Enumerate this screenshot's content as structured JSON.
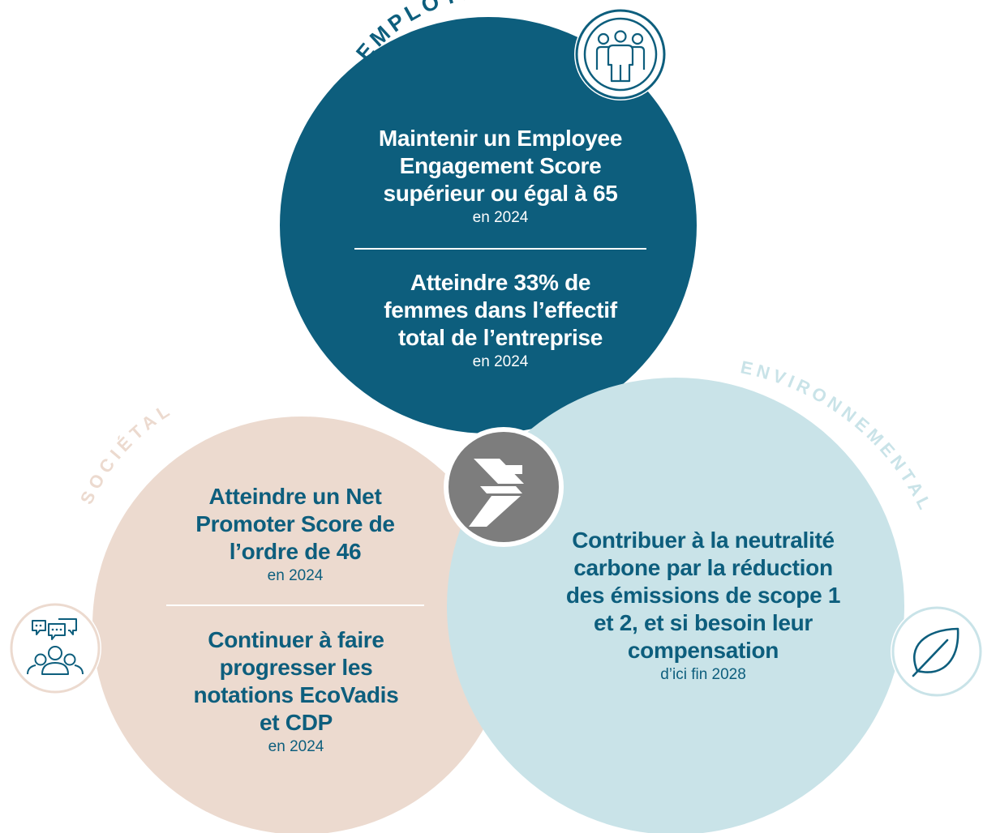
{
  "colors": {
    "employer_circle": "#0d5e7d",
    "societal_circle": "#ecdacf",
    "environmental_circle": "#c9e3e8",
    "center_badge": "#7d7d7d",
    "employer_label": "#0d5e7d",
    "societal_label": "#ecdacf",
    "environmental_label": "#c9e3e8"
  },
  "labels": {
    "employer": "EMPLOYEUR",
    "societal": "SOCIÉTAL",
    "environmental": "ENVIRONNEMENTAL"
  },
  "icons": {
    "employer": "group-of-people-icon",
    "societal": "people-discussion-icon",
    "environmental": "leaf-icon",
    "center": "company-logo"
  },
  "employer": {
    "goal1": "Maintenir un Employee Engagement Score supérieur ou égal à 65",
    "goal1_when": "en 2024",
    "goal2": "Atteindre 33% de femmes dans l’effectif total de l’entreprise",
    "goal2_when": "en 2024"
  },
  "societal": {
    "goal1": "Atteindre un Net Promoter Score de l’ordre de 46",
    "goal1_when": "en 2024",
    "goal2": "Continuer à faire progresser les notations EcoVadis et CDP",
    "goal2_when": "en 2024"
  },
  "environmental": {
    "goal1": "Contribuer à la neutralité carbone par la réduction des émissions de scope 1 et 2, et si besoin leur compensation",
    "goal1_when": "d’ici fin 2028"
  }
}
